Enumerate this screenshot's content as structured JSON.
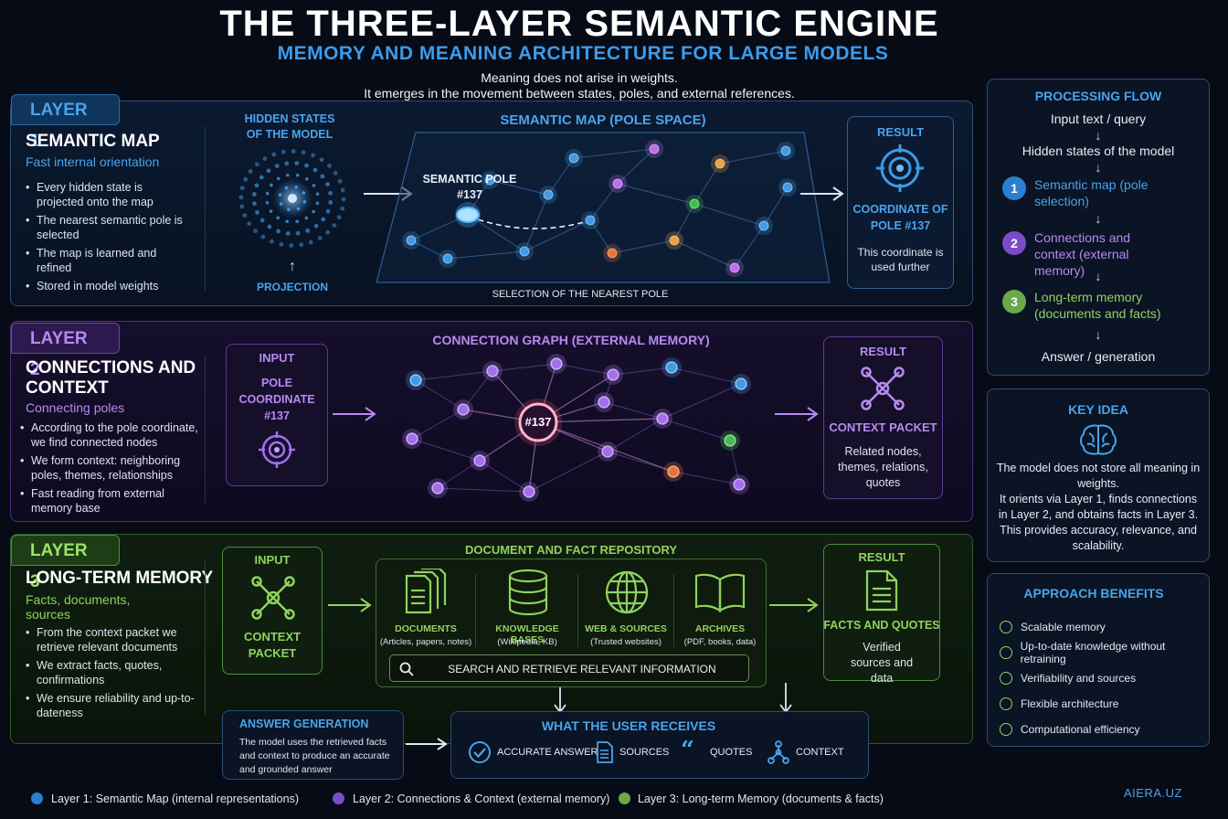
{
  "header": {
    "title": "THE THREE-LAYER SEMANTIC ENGINE",
    "subtitle": "MEMORY AND MEANING ARCHITECTURE FOR LARGE MODELS",
    "tagline1": "Meaning does not arise in weights.",
    "tagline2": "It emerges in the movement between states, poles, and external references."
  },
  "colors": {
    "layer1": "#3d9be9",
    "layer2": "#a46ef0",
    "layer3": "#8fd35f"
  },
  "layer1": {
    "tag": "LAYER 1",
    "name": "SEMANTIC MAP",
    "sub": "Fast internal orientation",
    "bullets": [
      "Every hidden state is projected onto the map",
      "The nearest semantic pole is selected",
      "The map is learned and refined",
      "Stored in model weights"
    ],
    "hidden_title": "HIDDEN STATES OF THE MODEL",
    "projection": "PROJECTION",
    "map_title": "SEMANTIC MAP (POLE SPACE)",
    "pole_label": "SEMANTIC POLE #137",
    "map_caption": "SELECTION OF THE NEAREST POLE",
    "result_title": "RESULT",
    "result_head": "COORDINATE OF POLE #137",
    "result_text": "This coordinate is used further"
  },
  "layer2": {
    "tag": "LAYER 2",
    "name": "CONNECTIONS AND CONTEXT",
    "sub": "Connecting poles",
    "bullets": [
      "According to the pole coordinate, we find connected nodes",
      "We form context: neighboring poles, themes, relationships",
      "Fast reading from external memory base"
    ],
    "input_title": "INPUT",
    "input_text": "POLE COORDINATE #137",
    "graph_title": "CONNECTION GRAPH (EXTERNAL MEMORY)",
    "center_node": "#137",
    "result_title": "RESULT",
    "result_head": "CONTEXT PACKET",
    "result_text": "Related nodes, themes, relations, quotes"
  },
  "layer3": {
    "tag": "LAYER 3",
    "name": "LONG-TERM MEMORY",
    "sub": "Facts, documents, sources",
    "bullets": [
      "From the context packet we retrieve relevant documents",
      "We extract facts, quotes, confirmations",
      "We ensure reliability and up-to-dateness"
    ],
    "input_title": "INPUT",
    "input_text": "CONTEXT PACKET",
    "repo_title": "DOCUMENT AND FACT REPOSITORY",
    "repo_items": [
      {
        "name": "DOCUMENTS",
        "desc": "(Articles, papers, notes)",
        "icon": "documents-icon"
      },
      {
        "name": "KNOWLEDGE BASES",
        "desc": "(Wikipedia, KB)",
        "icon": "database-icon"
      },
      {
        "name": "WEB & SOURCES",
        "desc": "(Trusted websites)",
        "icon": "globe-icon"
      },
      {
        "name": "ARCHIVES",
        "desc": "(PDF, books, data)",
        "icon": "book-icon"
      }
    ],
    "search_text": "SEARCH AND RETRIEVE RELEVANT INFORMATION",
    "result_title": "RESULT",
    "result_head": "FACTS AND QUOTES",
    "result_text": "Verified sources and data"
  },
  "answer": {
    "title": "ANSWER GENERATION",
    "text": "The model uses the retrieved facts and context to produce an accurate and grounded answer"
  },
  "receives": {
    "title": "WHAT THE USER RECEIVES",
    "items": [
      "ACCURATE ANSWER",
      "SOURCES",
      "QUOTES",
      "CONTEXT"
    ]
  },
  "flow": {
    "title": "PROCESSING FLOW",
    "step_input": "Input text / query",
    "step_hidden": "Hidden states of the model",
    "steps": [
      {
        "num": "1",
        "text": "Semantic map (pole selection)"
      },
      {
        "num": "2",
        "text": "Connections and context (external memory)"
      },
      {
        "num": "3",
        "text": "Long-term memory (documents and facts)"
      }
    ],
    "step_output": "Answer / generation",
    "arrow": "↓"
  },
  "key_idea": {
    "title": "KEY IDEA",
    "text1": "The model does not store all meaning in weights.",
    "text2": "It orients via Layer 1, finds connections in Layer 2, and obtains facts in Layer 3. This provides accuracy, relevance, and scalability."
  },
  "benefits": {
    "title": "APPROACH BENEFITS",
    "items": [
      "Scalable memory",
      "Up-to-date knowledge without retraining",
      "Verifiability and sources",
      "Flexible architecture",
      "Computational efficiency"
    ]
  },
  "legend": [
    {
      "bold": "Layer 1:",
      "text": "Semantic Map (internal representations)"
    },
    {
      "bold": "Layer 2:",
      "text": "Connections & Context (external memory)"
    },
    {
      "bold": "Layer 3:",
      "text": "Long-term Memory (documents & facts)"
    }
  ],
  "brand": "AIERA.UZ"
}
